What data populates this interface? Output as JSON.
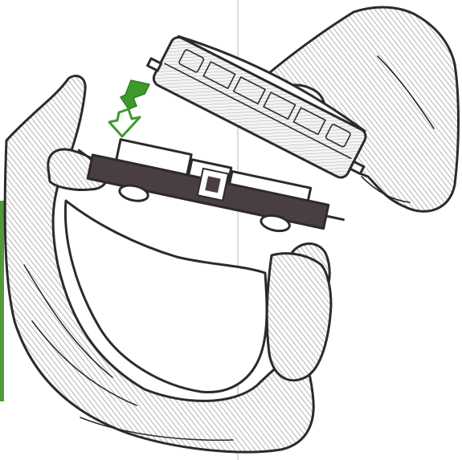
{
  "figure": {
    "description_hidden": "",
    "colors": {
      "ink": "#2e2a2b",
      "hatch": "#8c8a8b",
      "paper": "#ffffff",
      "arrow_green": "#3f9a2e",
      "arrow_green_light": "#7cc36a",
      "chassis_dark": "#4a3f40",
      "fold_line": "#d8d8d8",
      "edge_strip_green": "#4f9b3a"
    },
    "arrows": [
      {
        "direction": "up",
        "style": "filled"
      },
      {
        "direction": "down",
        "style": "outline"
      }
    ]
  }
}
